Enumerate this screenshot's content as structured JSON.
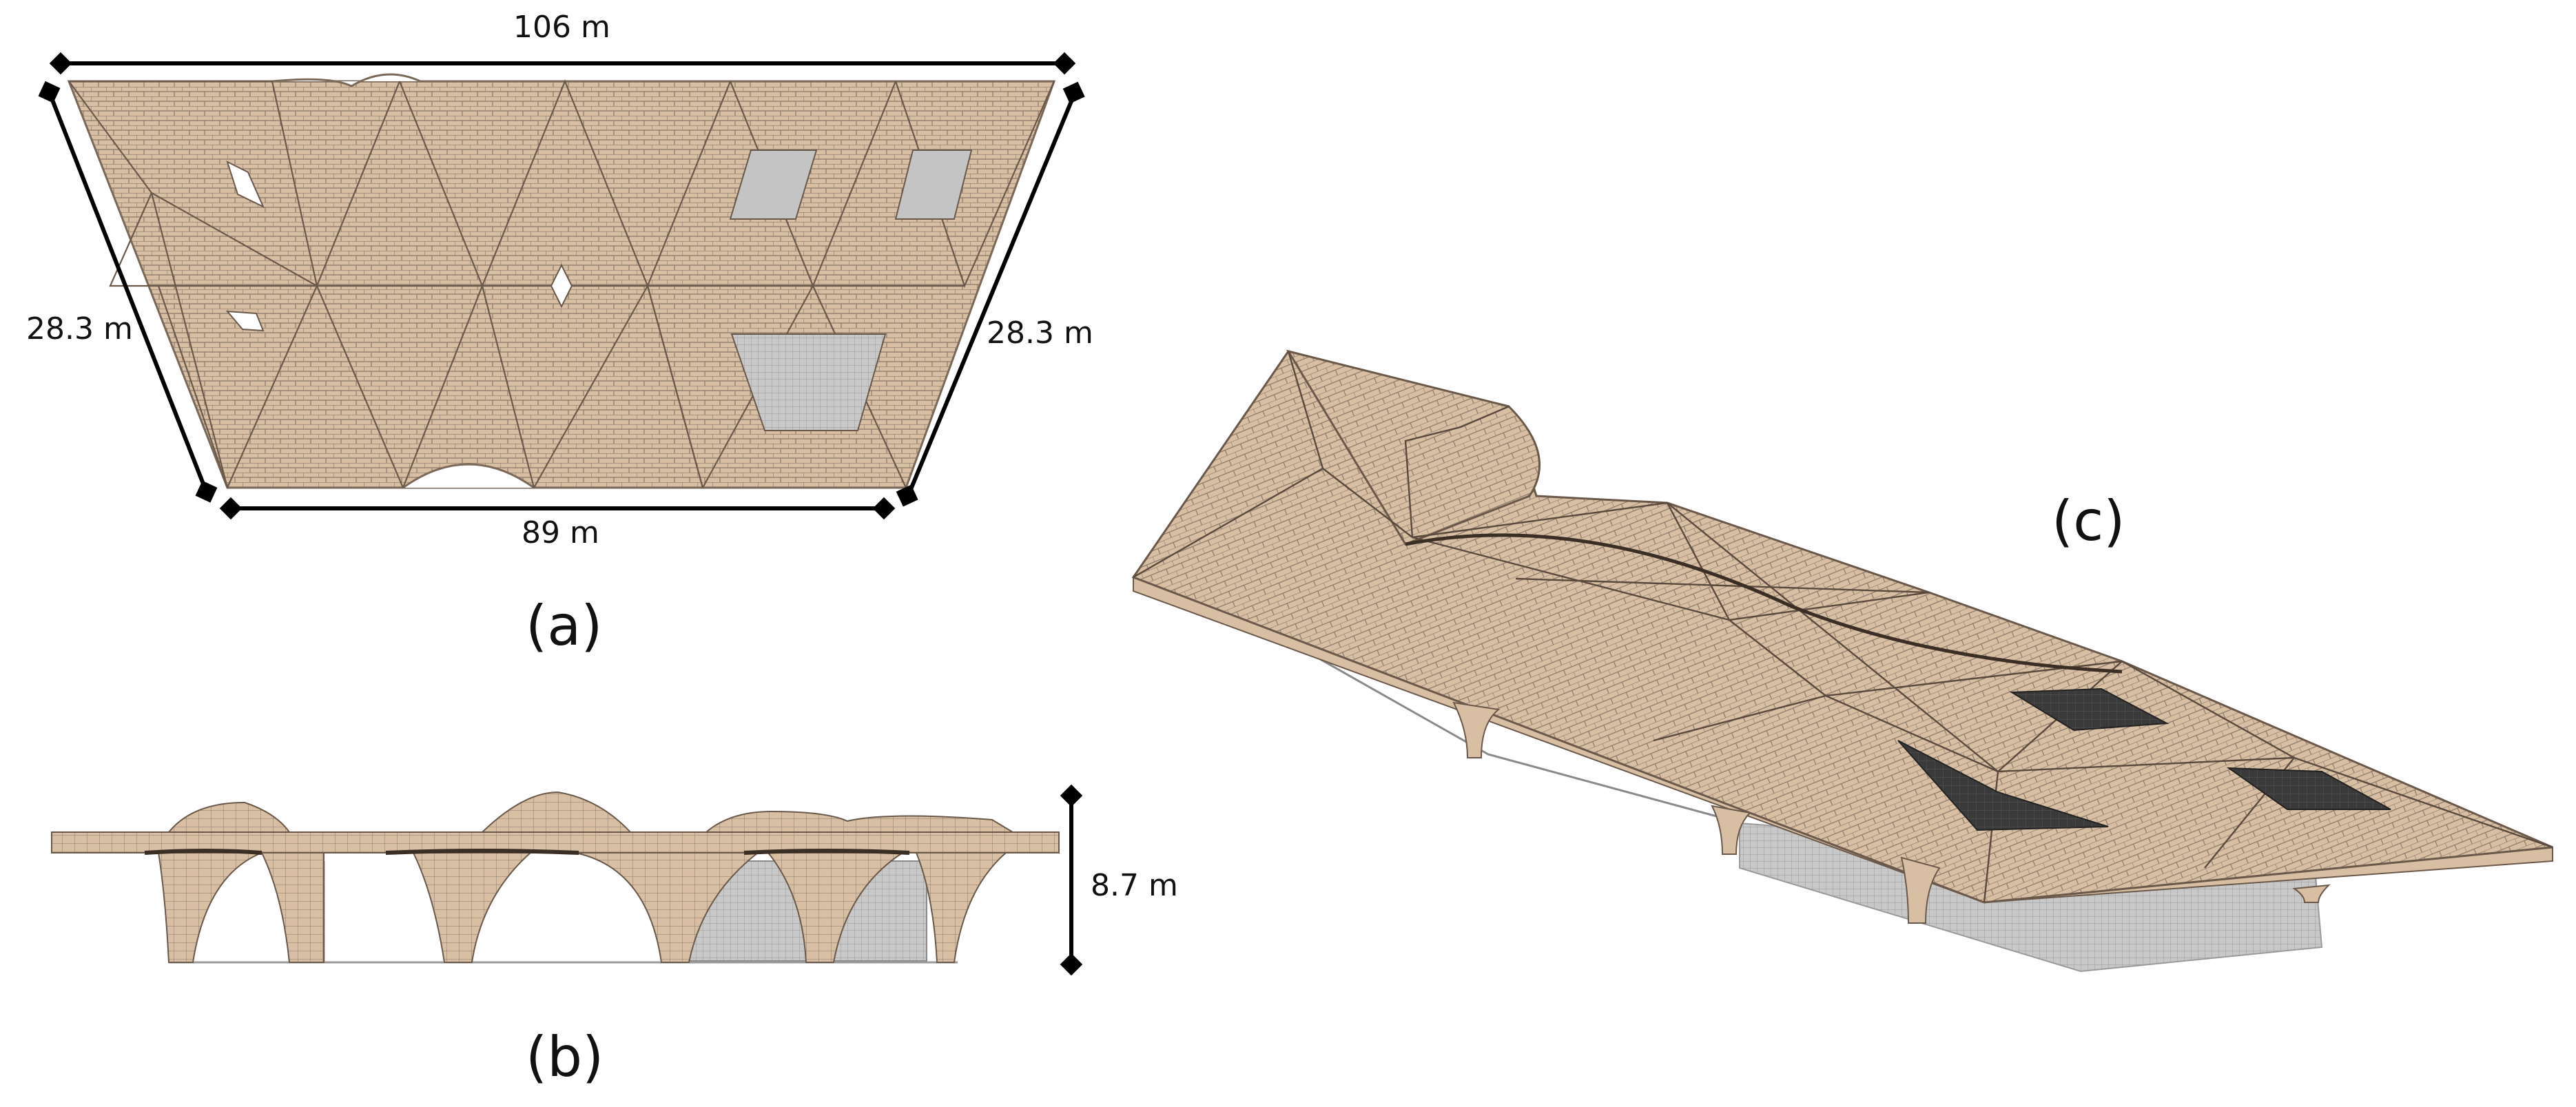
{
  "figure": {
    "panels": {
      "a": {
        "label": "(a)"
      },
      "b": {
        "label": "(b)"
      },
      "c": {
        "label": "(c)"
      }
    },
    "dimensions": {
      "top_width": "106 m",
      "bottom_width": "89 m",
      "left_side": "28.3 m",
      "right_side": "28.3 m",
      "height": "8.7 m"
    },
    "colors": {
      "roof_fill": "#d8bfa3",
      "roof_mesh": "#8a7868",
      "roof_dark": "#5a4a3e",
      "opening_gray": "#c4c4c4",
      "skylight_dark": "#3a3a3a",
      "glass_gray": "#b8b8b8",
      "dimension_line": "#000000"
    }
  }
}
